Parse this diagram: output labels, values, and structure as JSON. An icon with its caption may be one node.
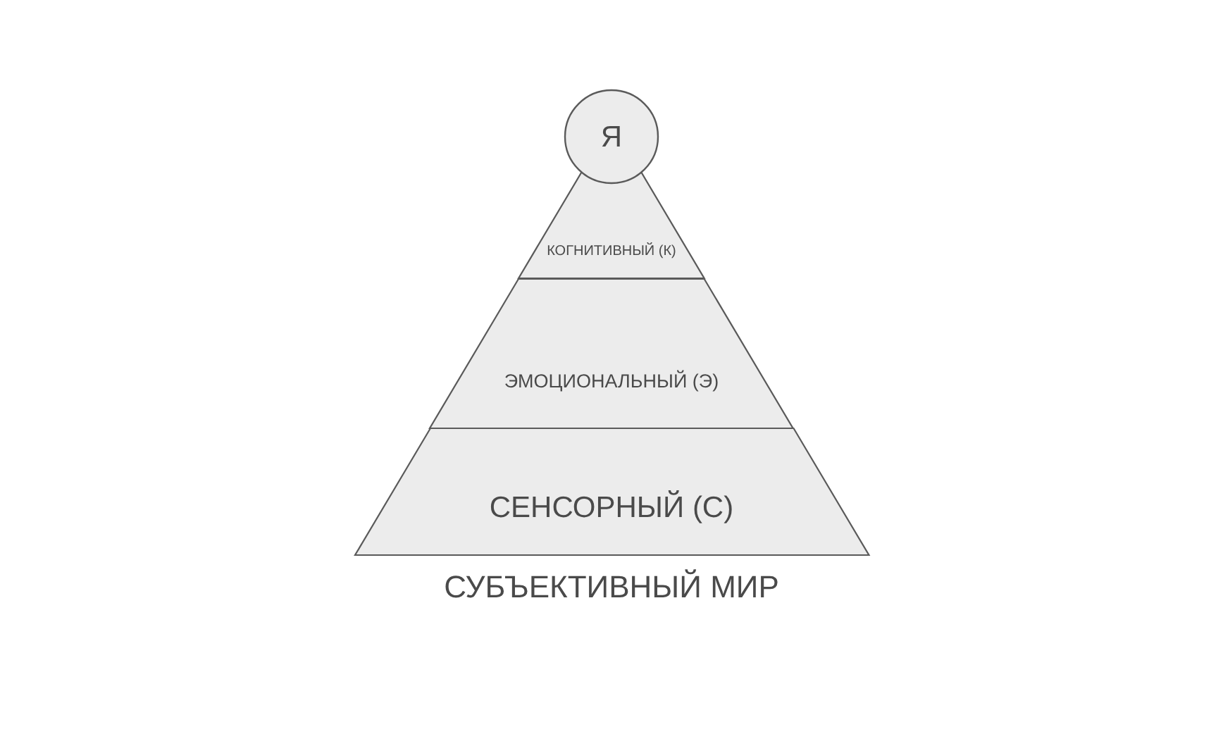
{
  "diagram": {
    "caption": "СУБЪЕКТИВНЫЙ МИР",
    "nodes": [
      {
        "text": [
          "Я"
        ]
      },
      {
        "text": [
          "КОГНИТИВНЫЙ (К)"
        ]
      },
      {
        "text": [
          "ЭМОЦИОНАЛЬНЫЙ (Э)"
        ]
      },
      {
        "text": [
          "СЕНСОРНЫЙ (С)"
        ]
      }
    ]
  }
}
